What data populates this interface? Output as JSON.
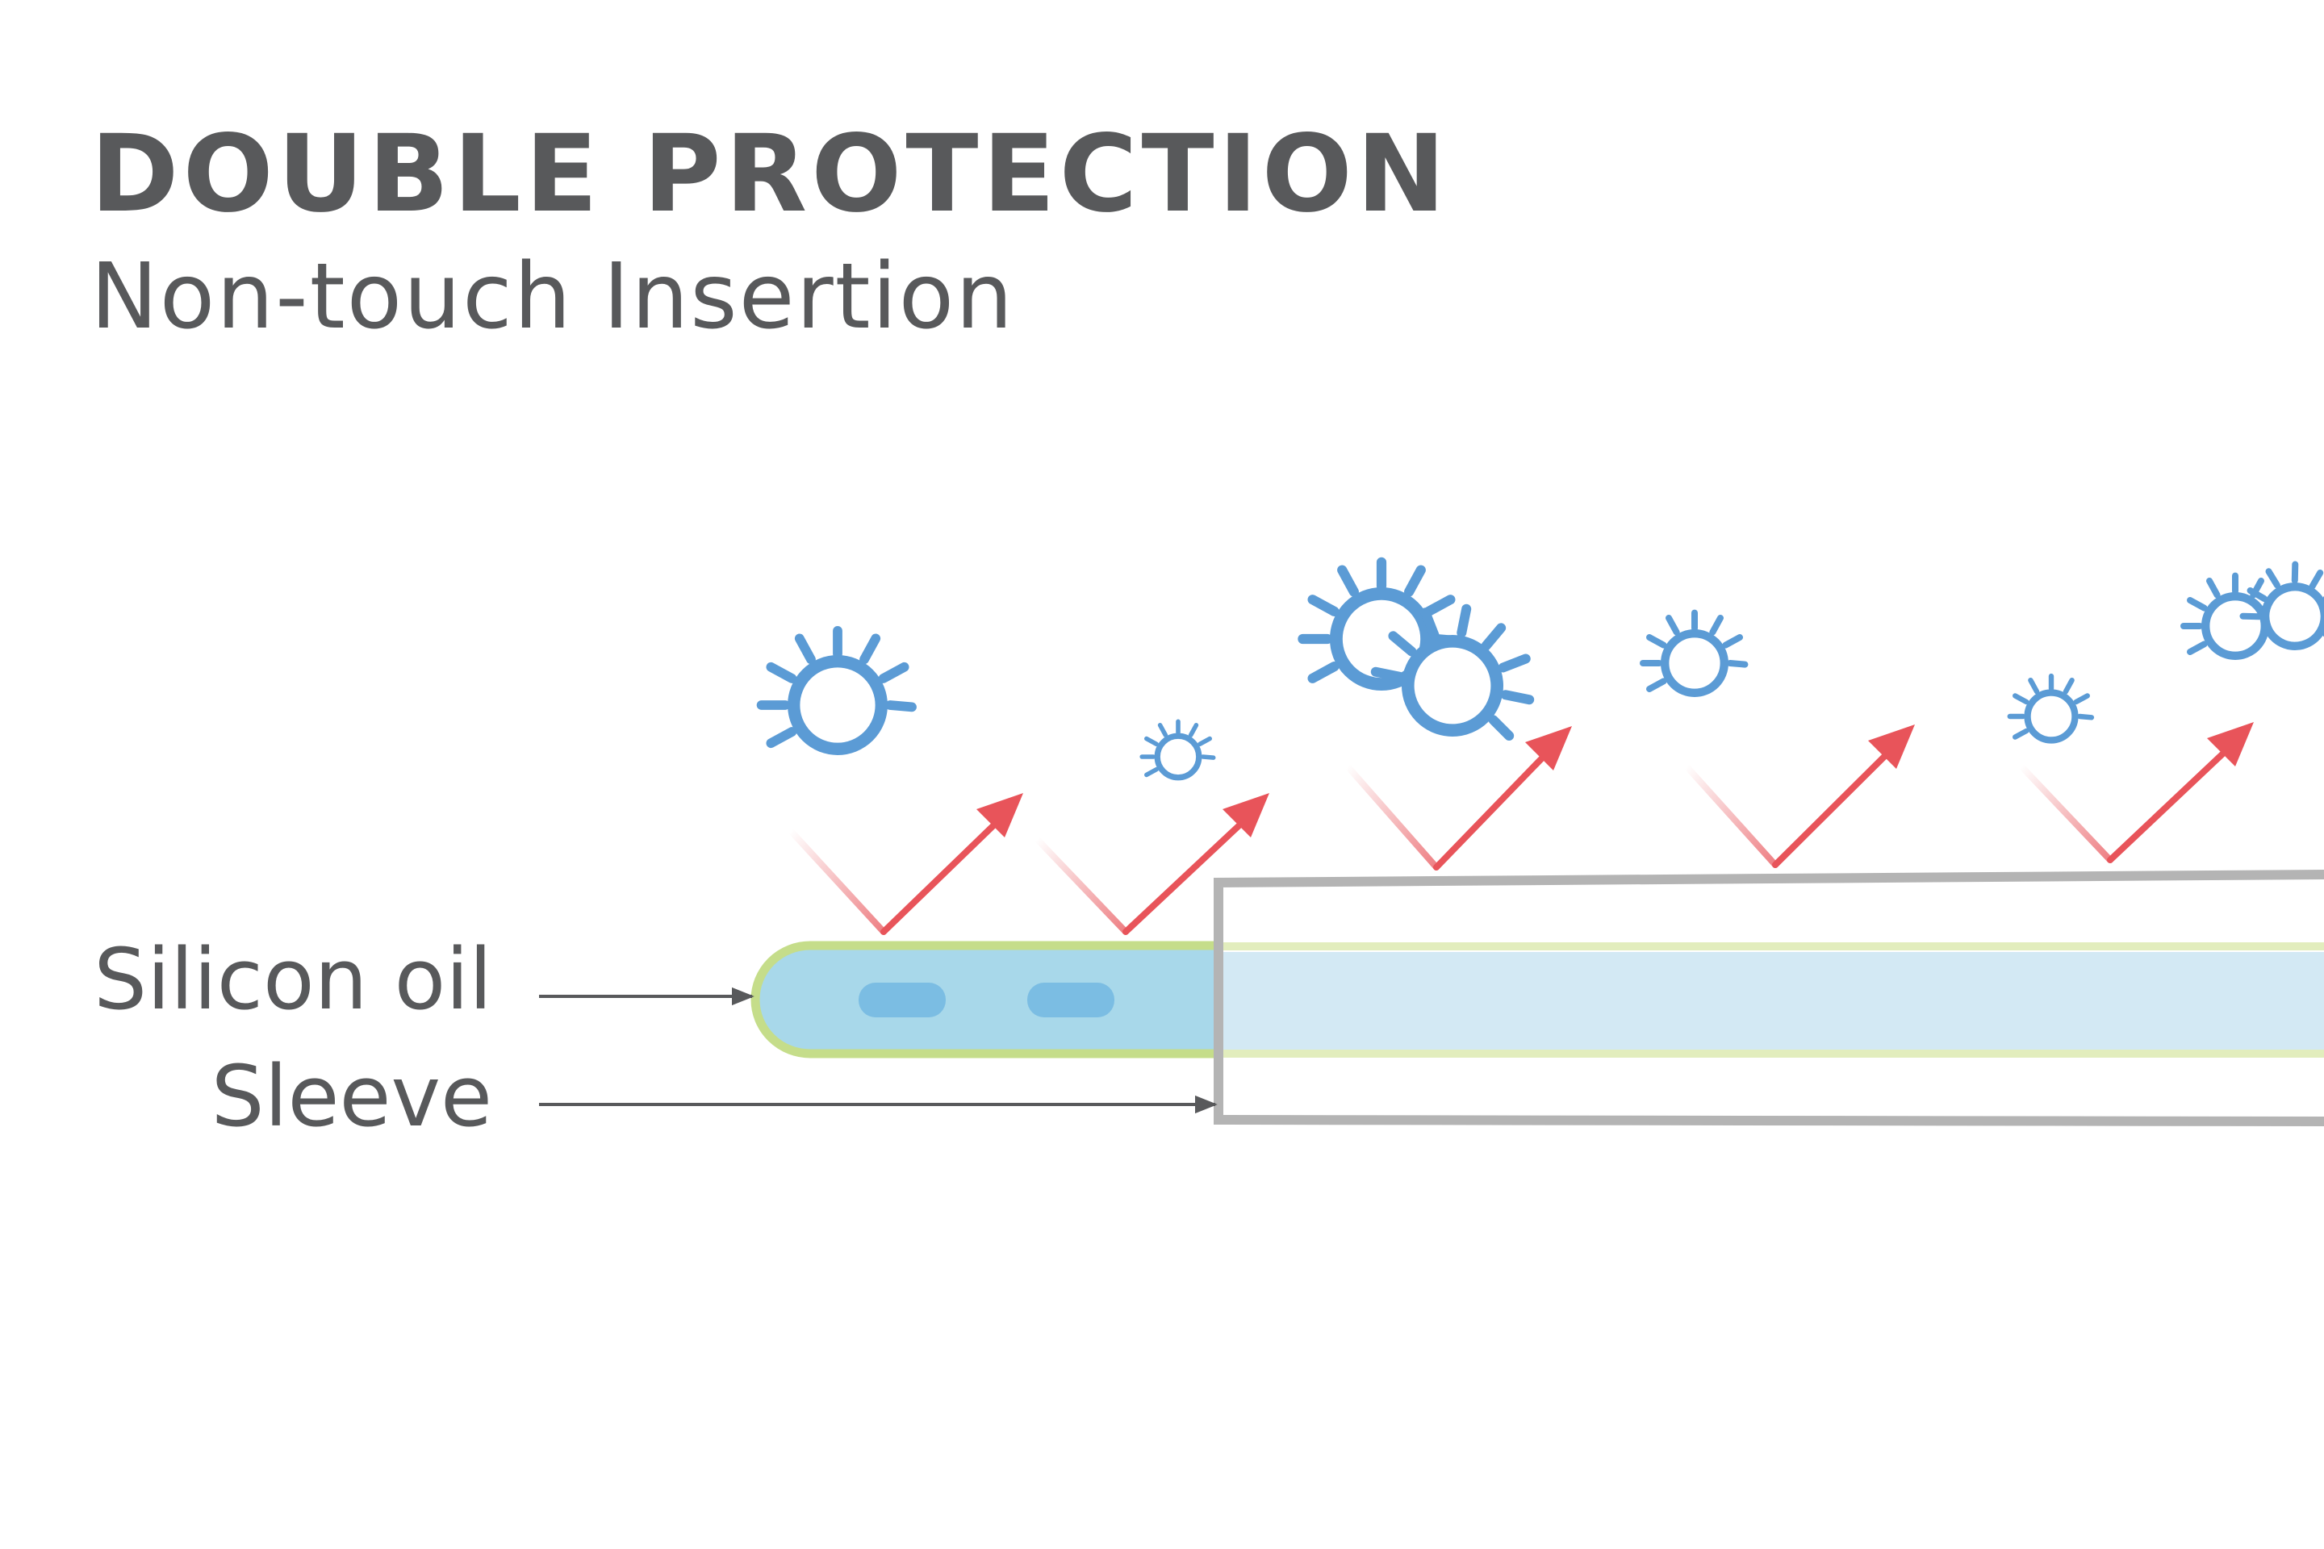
{
  "header": {
    "title": "DOUBLE  PROTECTION",
    "subtitle": "Non-touch Insertion"
  },
  "labels": {
    "silicon_oil": "Silicon oil",
    "sleeve": "Sleeve"
  },
  "colors": {
    "text": "#58595b",
    "germ": "#5b9bd5",
    "deflect_arrow": "#e8545a",
    "oil_layer": "#c5dd8a",
    "catheter_fill": "#a8d8ea",
    "sleeve_outline": "#b4b4b4",
    "lumen_marks": "#7bbde3"
  },
  "icons": [
    "germ-icon",
    "deflect-arrow-icon",
    "pointer-arrow-icon"
  ]
}
